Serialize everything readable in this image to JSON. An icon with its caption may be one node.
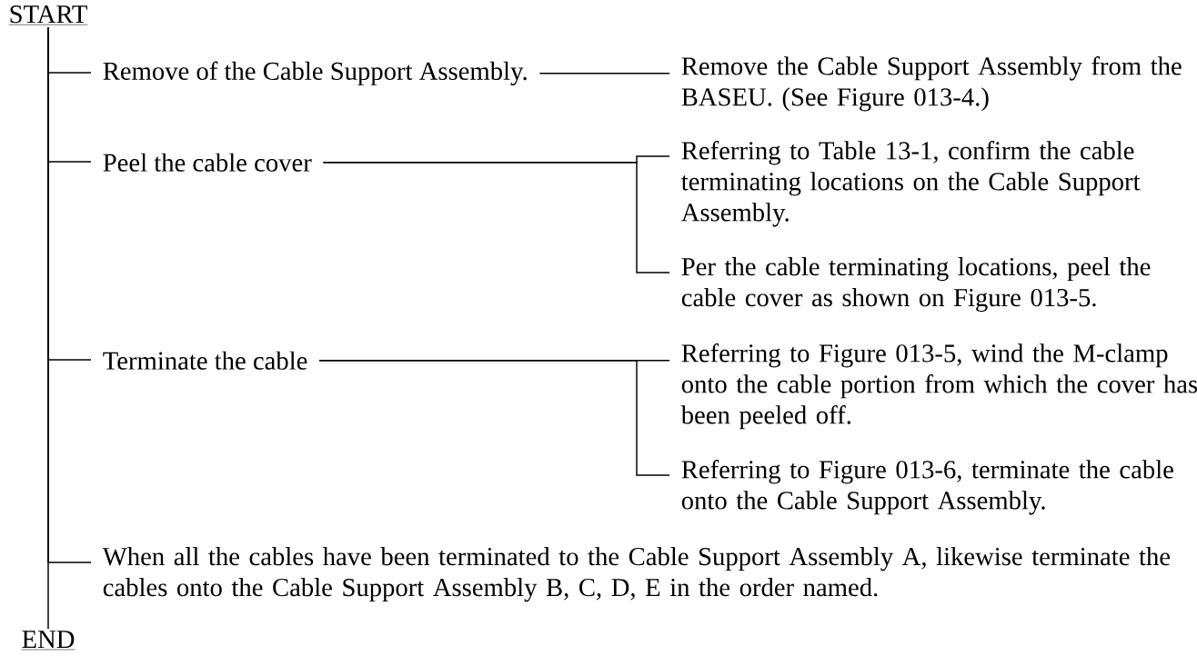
{
  "diagram": {
    "nodes": [
      {
        "text": [
          "START"
        ]
      },
      {
        "text": [
          "END"
        ]
      },
      {
        "text": [
          "Remove of the Cable Support Assembly."
        ]
      },
      {
        "text": [
          "Peel the cable cover"
        ]
      },
      {
        "text": [
          "Terminate the cable"
        ]
      },
      {
        "text": [
          "When all the cables have been terminated to the Cable Support Assembly A, likewise terminate the cables onto the Cable Support Assembly B, C, D, E in the order named."
        ]
      },
      {
        "text": [
          "Remove the Cable Support Assembly from the BASEU. (See Figure 013-4.)"
        ]
      },
      {
        "text": [
          "Referring to Table 13-1, confirm the cable terminating locations on the Cable Support Assembly."
        ]
      },
      {
        "text": [
          "Per the cable terminating locations, peel the cable cover as shown on Figure 013-5."
        ]
      },
      {
        "text": [
          "Referring to Figure 013-5, wind the M-clamp onto the cable portion from which the cover has been peeled off."
        ]
      },
      {
        "text": [
          "Referring to Figure 013-6, terminate the cable onto the Cable Support Assembly."
        ]
      }
    ],
    "edges": [
      {
        "from": 0,
        "to": 1,
        "arrow": "none"
      },
      {
        "from": 0,
        "to": 2,
        "arrow": "none"
      },
      {
        "from": 0,
        "to": 3,
        "arrow": "none"
      },
      {
        "from": 0,
        "to": 4,
        "arrow": "none"
      },
      {
        "from": 0,
        "to": 5,
        "arrow": "none"
      },
      {
        "from": 2,
        "to": 6,
        "arrow": "none"
      },
      {
        "from": 3,
        "to": 7,
        "arrow": "none"
      },
      {
        "from": 3,
        "to": 8,
        "arrow": "none"
      },
      {
        "from": 4,
        "to": 9,
        "arrow": "none"
      },
      {
        "from": 4,
        "to": 10,
        "arrow": "none"
      }
    ]
  }
}
